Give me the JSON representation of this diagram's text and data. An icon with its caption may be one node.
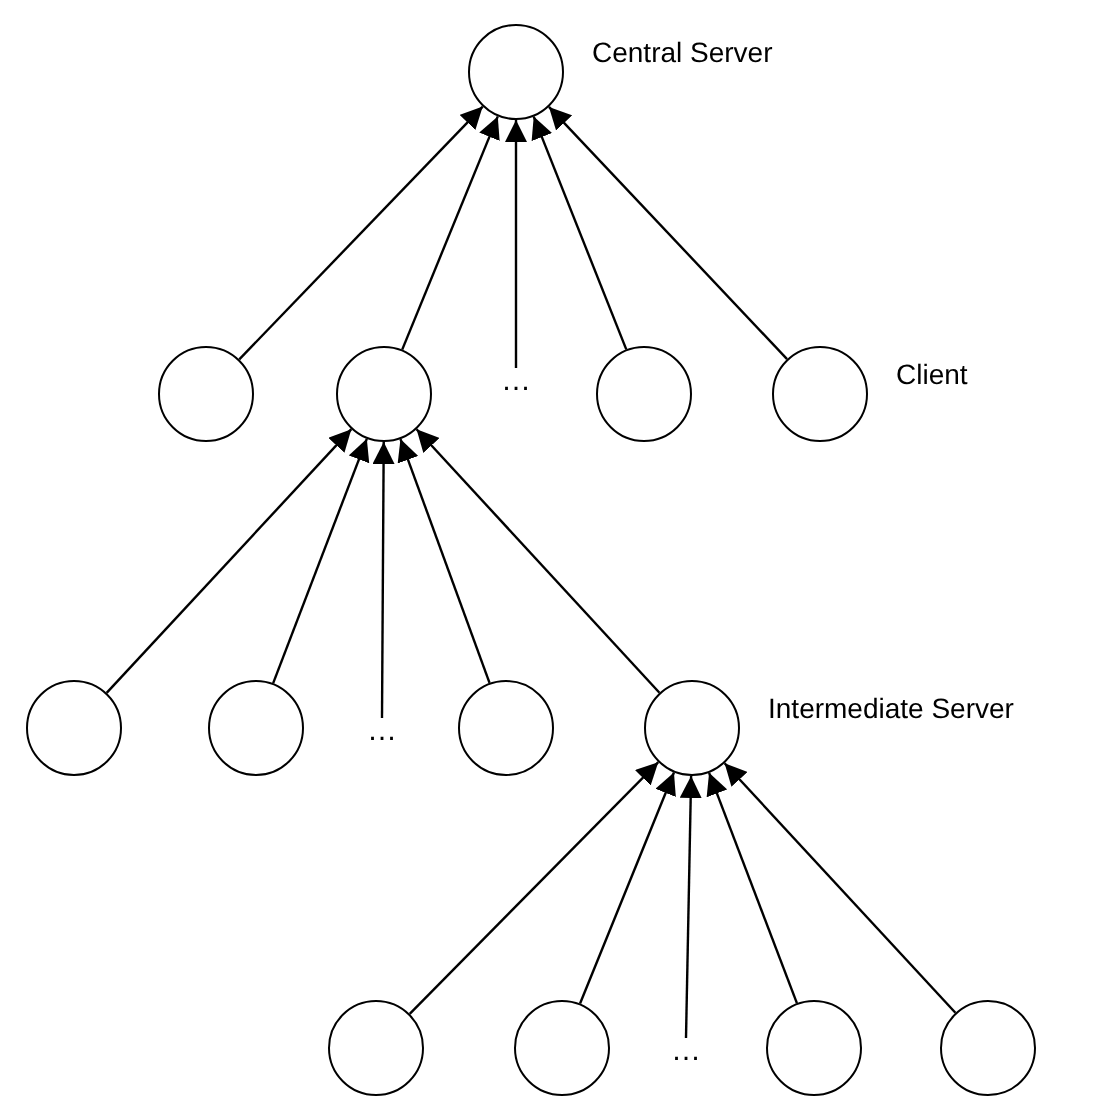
{
  "diagram": {
    "nodes": [
      {
        "text": [],
        "shape": "circle",
        "beside": [
          "Central Server"
        ]
      },
      {
        "text": [],
        "shape": "circle"
      },
      {
        "text": [],
        "shape": "circle"
      },
      {
        "text": [
          "…"
        ]
      },
      {
        "text": [],
        "shape": "circle"
      },
      {
        "text": [],
        "shape": "circle",
        "beside": [
          "Client"
        ]
      },
      {
        "text": [],
        "shape": "circle"
      },
      {
        "text": [],
        "shape": "circle"
      },
      {
        "text": [
          "…"
        ]
      },
      {
        "text": [],
        "shape": "circle"
      },
      {
        "text": [],
        "shape": "circle",
        "beside": [
          "Intermediate Server"
        ]
      },
      {
        "text": [],
        "shape": "circle"
      },
      {
        "text": [],
        "shape": "circle"
      },
      {
        "text": [
          "…"
        ]
      },
      {
        "text": [],
        "shape": "circle"
      },
      {
        "text": [],
        "shape": "circle"
      }
    ],
    "edges": [
      {
        "from": 1,
        "to": 0,
        "arrow": "to"
      },
      {
        "from": 2,
        "to": 0,
        "arrow": "to"
      },
      {
        "from": 3,
        "to": 0,
        "arrow": "to"
      },
      {
        "from": 4,
        "to": 0,
        "arrow": "to"
      },
      {
        "from": 5,
        "to": 0,
        "arrow": "to"
      },
      {
        "from": 6,
        "to": 2,
        "arrow": "to"
      },
      {
        "from": 7,
        "to": 2,
        "arrow": "to"
      },
      {
        "from": 8,
        "to": 2,
        "arrow": "to"
      },
      {
        "from": 9,
        "to": 2,
        "arrow": "to"
      },
      {
        "from": 10,
        "to": 2,
        "arrow": "to"
      },
      {
        "from": 11,
        "to": 10,
        "arrow": "to"
      },
      {
        "from": 12,
        "to": 10,
        "arrow": "to"
      },
      {
        "from": 13,
        "to": 10,
        "arrow": "to"
      },
      {
        "from": 14,
        "to": 10,
        "arrow": "to"
      },
      {
        "from": 15,
        "to": 10,
        "arrow": "to"
      }
    ]
  }
}
